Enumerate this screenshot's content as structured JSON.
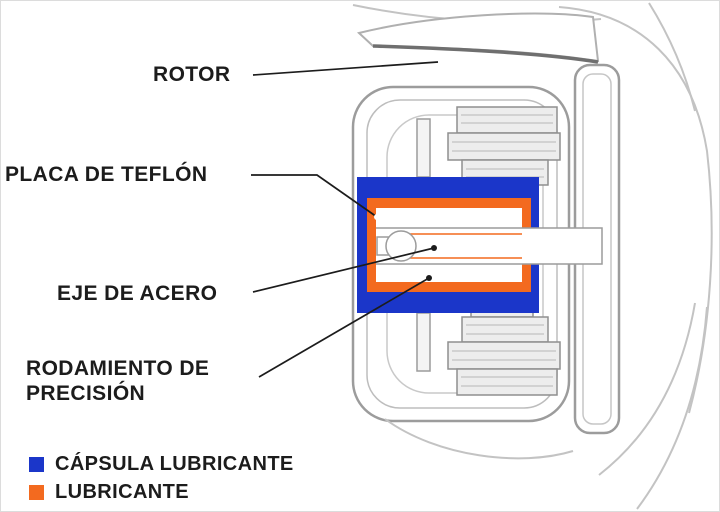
{
  "diagram": {
    "labels": {
      "rotor": "ROTOR",
      "placa_teflon": "PLACA DE TEFLÓN",
      "eje_acero": "EJE DE ACERO",
      "rodamiento_line1": "RODAMIENTO DE",
      "rodamiento_line2": "PRECISIÓN"
    },
    "legend": [
      {
        "label": "CÁPSULA LUBRICANTE",
        "color": "#1b36c9"
      },
      {
        "label": "LUBRICANTE",
        "color": "#f36a1f"
      }
    ],
    "colors": {
      "capsule_blue": "#1b36c9",
      "lubricant_orange": "#f36a1f",
      "outline_gray": "#9c9c9c",
      "leader_black": "#1c1c1c"
    }
  }
}
